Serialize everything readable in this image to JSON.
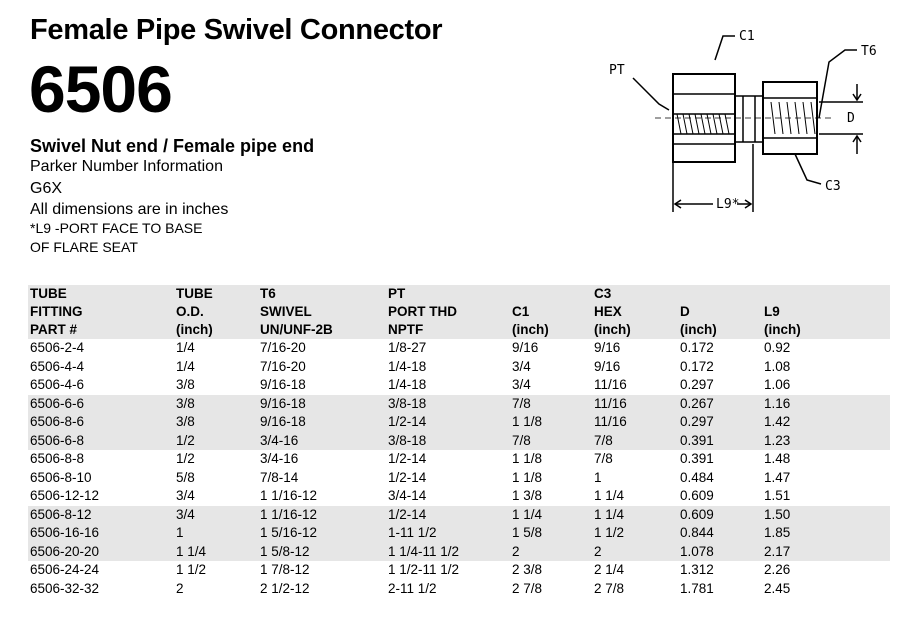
{
  "title": "Female Pipe Swivel Connector",
  "part_number": "6506",
  "subtitle": "Swivel Nut end / Female pipe end",
  "info_lines": [
    "Parker Number Information",
    "G6X",
    "All dimensions are in inches"
  ],
  "note_lines": [
    "*L9 -PORT FACE TO BASE",
    "OF FLARE SEAT"
  ],
  "diagram_labels": {
    "pt": "PT",
    "c1": "C1",
    "t6": "T6",
    "d": "D",
    "c3": "C3",
    "l9": "L9*"
  },
  "table": {
    "headers": [
      [
        "TUBE",
        "FITTING",
        "PART #"
      ],
      [
        "TUBE",
        "O.D.",
        "(inch)"
      ],
      [
        "T6",
        "SWIVEL",
        "UN/UNF-2B"
      ],
      [
        "PT",
        "PORT THD",
        "NPTF"
      ],
      [
        "",
        "C1",
        "(inch)"
      ],
      [
        "C3",
        "HEX",
        "(inch)"
      ],
      [
        "",
        "D",
        "(inch)"
      ],
      [
        "",
        "L9",
        "(inch)"
      ]
    ],
    "rows": [
      [
        "6506-2-4",
        "1/4",
        "7/16-20",
        "1/8-27",
        "9/16",
        "9/16",
        "0.172",
        "0.92"
      ],
      [
        "6506-4-4",
        "1/4",
        "7/16-20",
        "1/4-18",
        "3/4",
        "9/16",
        "0.172",
        "1.08"
      ],
      [
        "6506-4-6",
        "3/8",
        "9/16-18",
        "1/4-18",
        "3/4",
        "11/16",
        "0.297",
        "1.06"
      ],
      [
        "6506-6-6",
        "3/8",
        "9/16-18",
        "3/8-18",
        "7/8",
        "11/16",
        "0.267",
        "1.16"
      ],
      [
        "6506-8-6",
        "3/8",
        "9/16-18",
        "1/2-14",
        "1 1/8",
        "11/16",
        "0.297",
        "1.42"
      ],
      [
        "6506-6-8",
        "1/2",
        "3/4-16",
        "3/8-18",
        "7/8",
        "7/8",
        "0.391",
        "1.23"
      ],
      [
        "6506-8-8",
        "1/2",
        "3/4-16",
        "1/2-14",
        "1 1/8",
        "7/8",
        "0.391",
        "1.48"
      ],
      [
        "6506-8-10",
        "5/8",
        "7/8-14",
        "1/2-14",
        "1 1/8",
        "1",
        "0.484",
        "1.47"
      ],
      [
        "6506-12-12",
        "3/4",
        "1 1/16-12",
        "3/4-14",
        "1 3/8",
        "1 1/4",
        "0.609",
        "1.51"
      ],
      [
        "6506-8-12",
        "3/4",
        "1 1/16-12",
        "1/2-14",
        "1 1/4",
        "1 1/4",
        "0.609",
        "1.50"
      ],
      [
        "6506-16-16",
        "1",
        "1 5/16-12",
        "1-11 1/2",
        "1 5/8",
        "1 1/2",
        "0.844",
        "1.85"
      ],
      [
        "6506-20-20",
        "1 1/4",
        "1 5/8-12",
        "1 1/4-11 1/2",
        "2",
        "2",
        "1.078",
        "2.17"
      ],
      [
        "6506-24-24",
        "1 1/2",
        "1 7/8-12",
        "1 1/2-11 1/2",
        "2 3/8",
        "2 1/4",
        "1.312",
        "2.26"
      ],
      [
        "6506-32-32",
        "2",
        "2 1/2-12",
        "2-11 1/2",
        "2 7/8",
        "2 7/8",
        "1.781",
        "2.45"
      ]
    ],
    "shaded_rows": [
      3,
      4,
      5,
      9,
      10,
      11
    ]
  }
}
